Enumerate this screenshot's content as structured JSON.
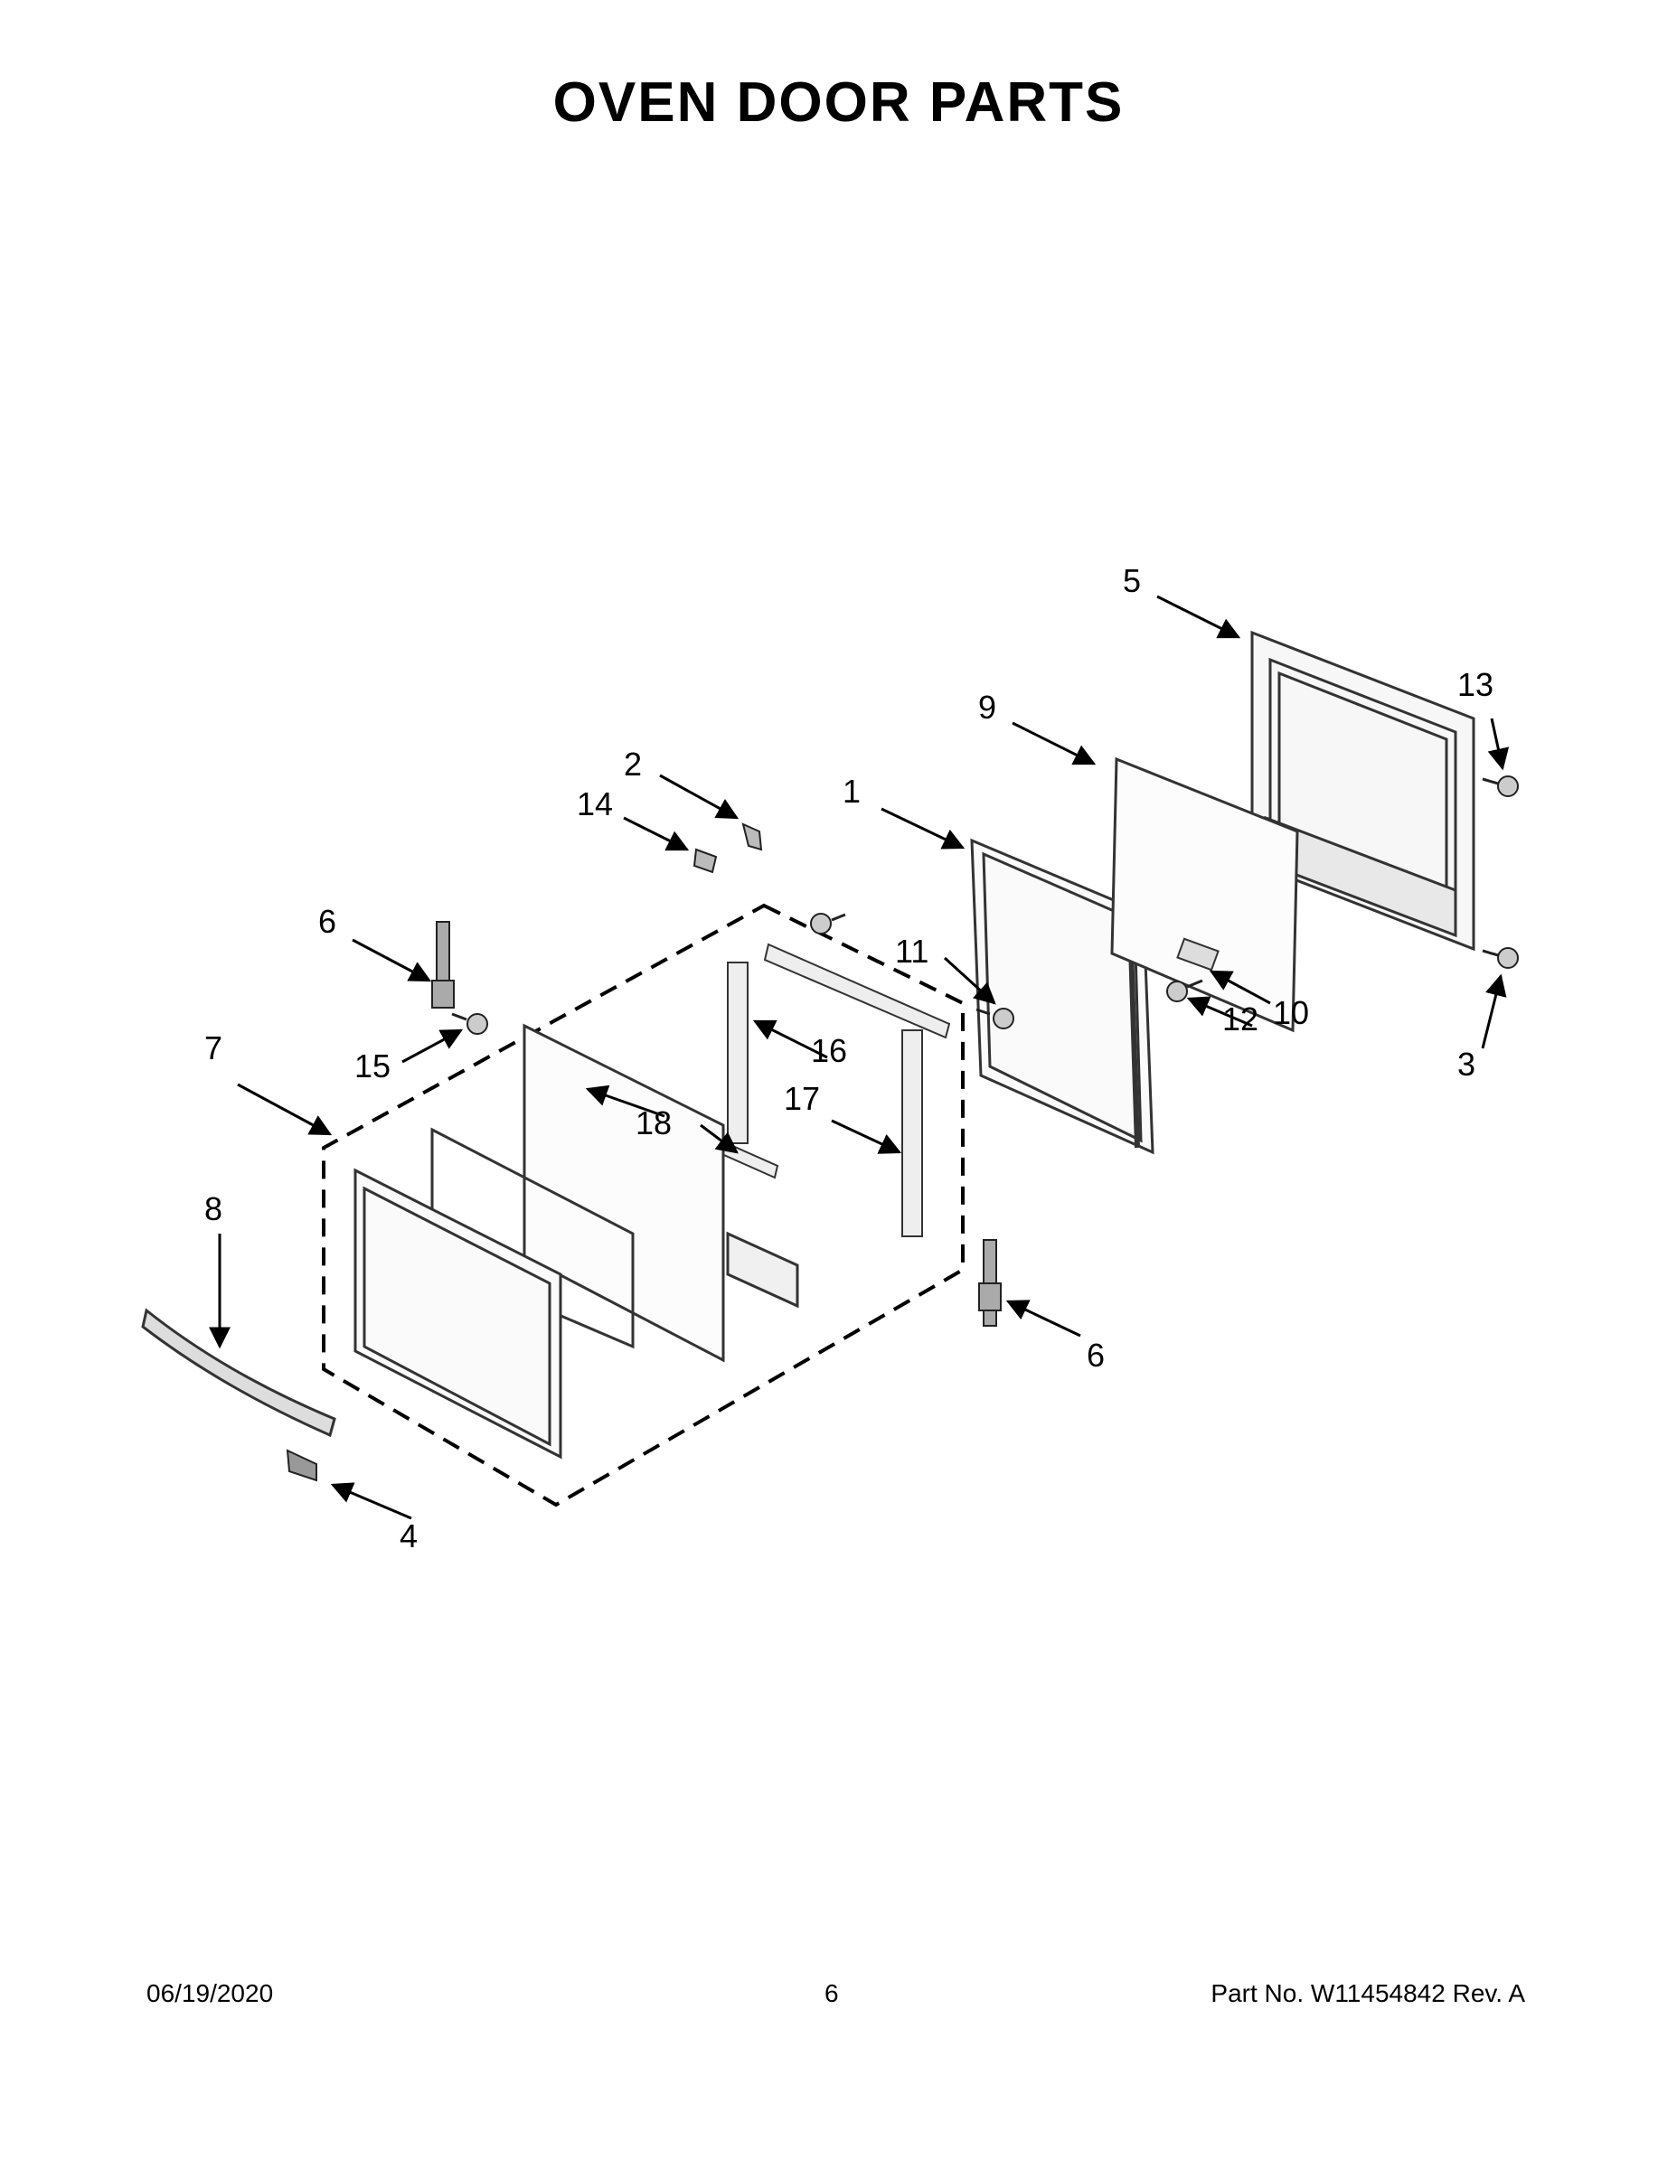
{
  "title": "OVEN DOOR PARTS",
  "callouts": [
    "1",
    "2",
    "3",
    "4",
    "5",
    "6",
    "6",
    "7",
    "8",
    "9",
    "10",
    "11",
    "12",
    "13",
    "14",
    "15",
    "16",
    "17",
    "18"
  ],
  "footer": {
    "date": "06/19/2020",
    "page": "6",
    "part": "Part No.  W11454842  Rev.  A"
  },
  "colors": {
    "ink": "#000000",
    "part_fill": "#f2f2f2",
    "part_stroke": "#333333"
  }
}
